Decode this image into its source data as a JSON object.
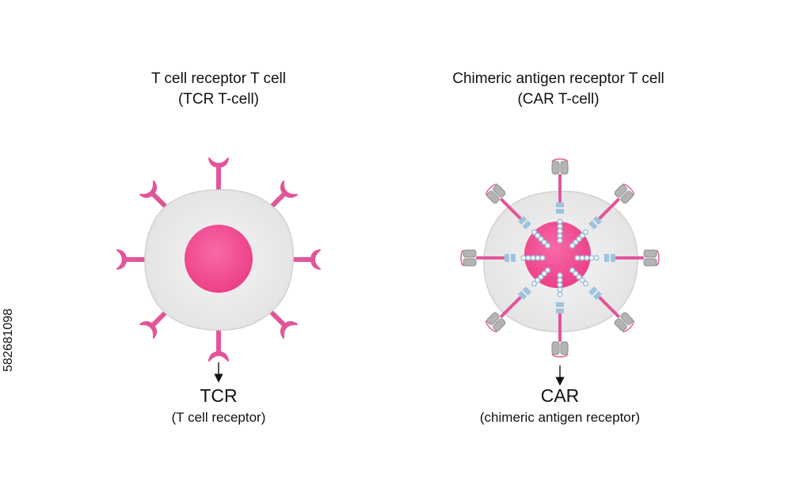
{
  "colors": {
    "cell_body": "#ececec",
    "cell_outline": "#cccccc",
    "nucleus": "#f0559a",
    "receptor": "#e2559a",
    "car_domain": "#9fc3de",
    "car_binder": "#b4b4b4"
  },
  "tcr_panel": {
    "title_line1": "T cell receptor T cell",
    "title_line2": "(TCR T-cell)",
    "label": "TCR",
    "sublabel": "(T cell receptor)",
    "receptor_count": 8
  },
  "car_panel": {
    "title_line1": "Chimeric antigen receptor T cell",
    "title_line2": "(CAR T-cell)",
    "label": "CAR",
    "sublabel": "(chimeric antigen receptor)",
    "receptor_count": 8
  },
  "stock_id": "582681098",
  "icons": {
    "tcr_receptor": "y-shaped-receptor-icon",
    "car_receptor": "chimeric-receptor-icon",
    "pointer": "arrow-down-icon"
  }
}
